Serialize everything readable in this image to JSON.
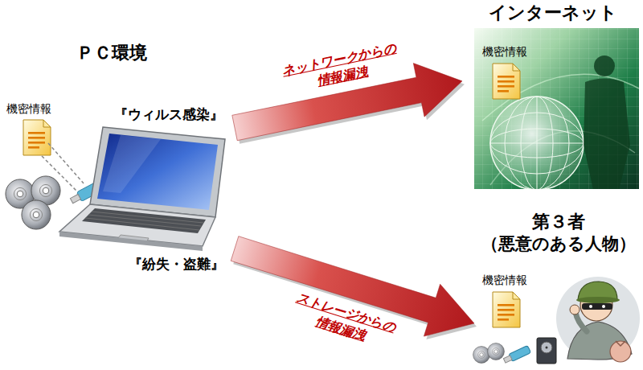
{
  "diagram": {
    "nodes": [
      {
        "text": [
          "ＰＣ環境",
          "機密情報",
          "『ウィルス感染』",
          "『紛失・盗難』"
        ]
      },
      {
        "text": [
          "インターネット",
          "機密情報"
        ]
      },
      {
        "text": [
          "第３者",
          "（悪意のある人物）",
          "機密情報"
        ]
      }
    ],
    "edges": [
      {
        "from": 0,
        "to": 1,
        "arrow": "to",
        "label": "ネットワークからの 情報漏洩"
      },
      {
        "from": 0,
        "to": 2,
        "arrow": "to",
        "label": "ストレージからの 情報漏洩"
      }
    ]
  }
}
